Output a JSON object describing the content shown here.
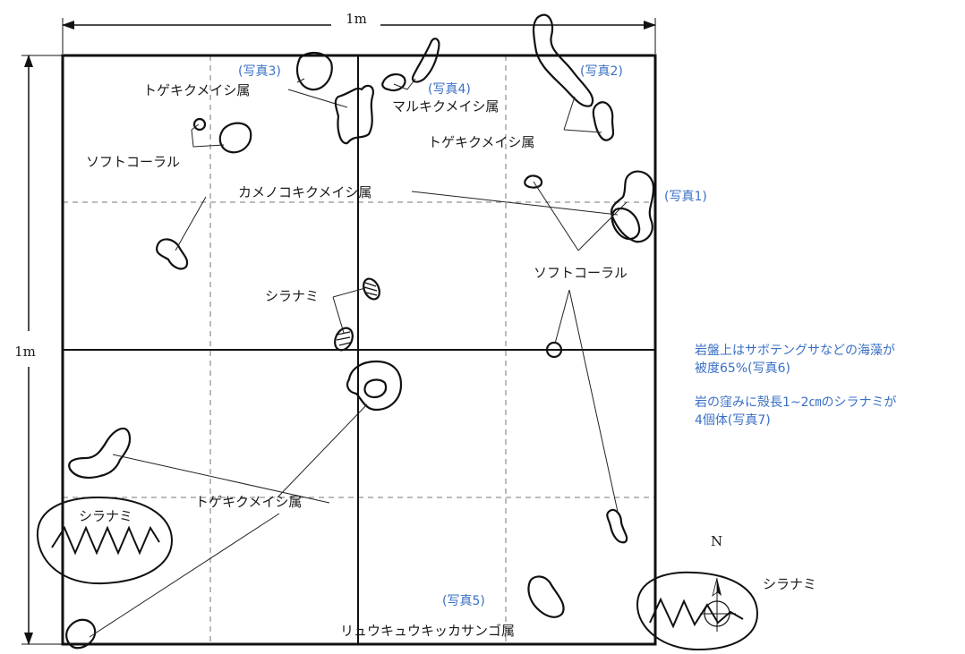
{
  "dimension_top": "1m",
  "dimension_left": "1m",
  "labels": {
    "toge_top_left": "トゲキクメイシ属",
    "soft_left": "ソフトコーラル",
    "maru": "マルキクメイシ属",
    "toge_top_right": "トゲキクメイシ属",
    "kameno": "カメノコキクメイシ属",
    "soft_right": "ソフトコーラル",
    "shiranami_center": "シラナミ",
    "toge_bottom": "トゲキクメイシ属",
    "shiranami_circle_left": "シラナミ",
    "ryukyu": "リュウキュウキッカサンゴ属",
    "shiranami_right": "シラナミ",
    "north": "N"
  },
  "photos": {
    "p1": "(写真1)",
    "p2": "(写真2)",
    "p3": "(写真3)",
    "p4": "(写真4)",
    "p5": "(写真5)"
  },
  "notes": {
    "line1": "岩盤上はサボテングサなどの海藻が",
    "line2": "被度65%(写真6)",
    "line3": "岩の窪みに殻長1~2㎝のシラナミが",
    "line4": "4個体(写真7)"
  }
}
